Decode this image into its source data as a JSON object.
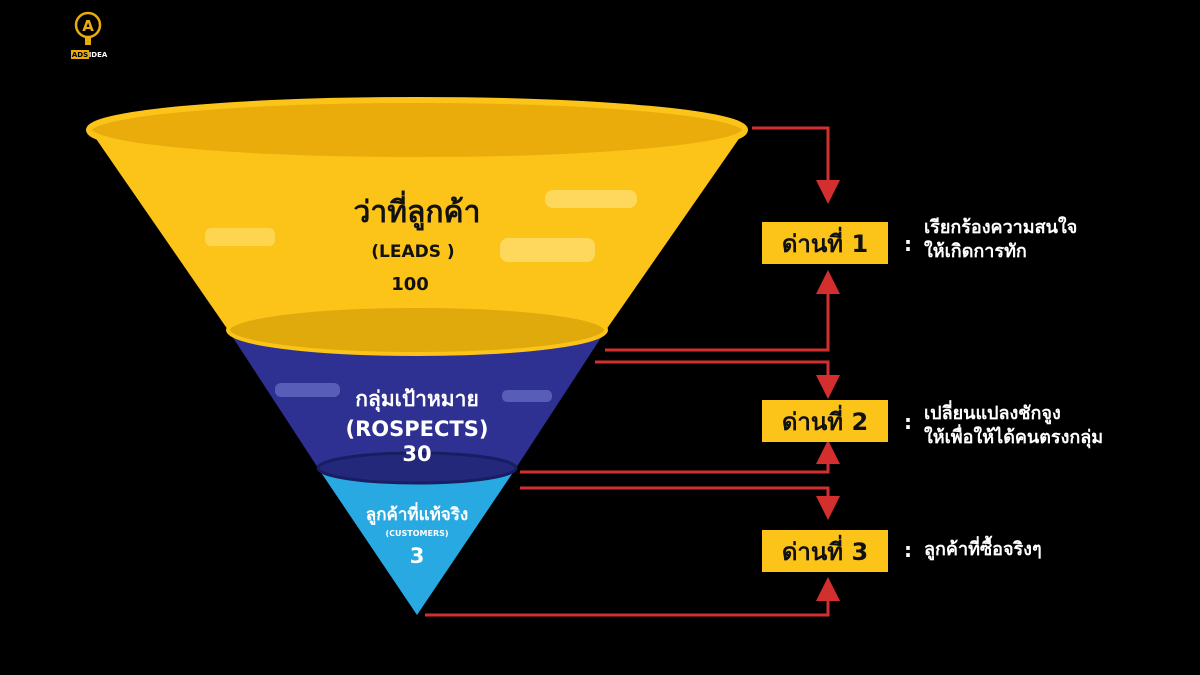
{
  "logo": {
    "text_a": "ADS",
    "text_b": "IDEA"
  },
  "funnel": [
    {
      "title": "ว่าที่ลูกค้า",
      "subtitle": "(LEADS )",
      "value": "100",
      "color": "#fcc419"
    },
    {
      "title": "กลุ่มเป้าหมาย",
      "subtitle": "(ROSPECTS)",
      "value": "30",
      "color": "#2e3192"
    },
    {
      "title": "ลูกค้าที่แท้จริง",
      "subtitle": "(CUSTOMERS)",
      "value": "3",
      "color": "#29a9e1"
    }
  ],
  "stages": [
    {
      "label": "ด่านที่ 1",
      "desc_line1": "เรียกร้องความสนใจ",
      "desc_line2": "ให้เกิดการทัก"
    },
    {
      "label": "ด่านที่ 2",
      "desc_line1": "เปลี่ยนแปลงชักจูง",
      "desc_line2": "ให้เพื่อให้ได้คนตรงกลุ่ม"
    },
    {
      "label": "ด่านที่ 3",
      "desc_line1": "ลูกค้าที่ซื้อจริงๆ",
      "desc_line2": ""
    }
  ],
  "colon": ":",
  "arrow_color": "#d32f2f"
}
